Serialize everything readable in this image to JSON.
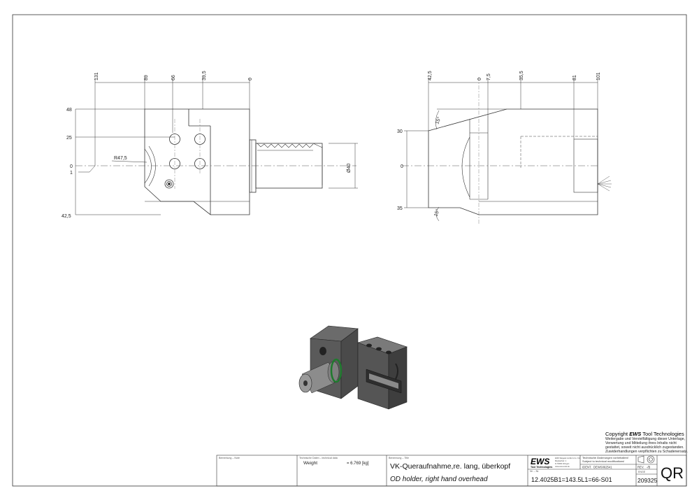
{
  "front_view": {
    "horizontal_dims": [
      "131",
      "89",
      "66",
      "39,5",
      "0"
    ],
    "vertical_dims": [
      "48",
      "25",
      "0",
      "1",
      "42,5"
    ],
    "radius_label": "R47,5",
    "shank_diameter": "Ø40"
  },
  "side_view": {
    "horizontal_dims": [
      "42,5",
      "0",
      "7,5",
      "35,5",
      "81",
      "101"
    ],
    "vertical_dims": [
      "30",
      "0",
      "35"
    ],
    "angle_top": "15°",
    "angle_bottom": "15°"
  },
  "copyright": {
    "prefix": "Copyright ",
    "brand": "EWS",
    "suffix": " Tool Technologies",
    "lines": [
      "Weitergabe und Vervielfältigung dieser Unterlage,",
      "Verwertung und Mitteilung ihres Inhalts nicht",
      "gestattet, soweit nicht ausdrücklich zugestanden.",
      "Zuwiderhandlungen verpflichten zu Schadenersatz."
    ]
  },
  "title_block": {
    "remark_label": "Bemerkung – Note",
    "techdata_label": "Technische Daten – technical data",
    "weight_label": "Weight",
    "weight_value": "= 6.769 [kg]",
    "designation_label": "Benennung – Title",
    "title_de": "VK-Queraufnahme,re. lang, überkopf",
    "title_en": "OD holder, right hand overhead",
    "logo_text": "EWS",
    "logo_sub": "Tool Technologies",
    "company_lines": [
      "EWS Weigele GmbH & Co. KG",
      "Maybachstr. 1",
      "D-73066 Uhingen",
      "www.ews-tools.de"
    ],
    "changes_de": "Technische Änderungen vorbehalten!",
    "changes_en": "Subject to technical modifications!",
    "ident_label": "IDENT.",
    "ident_value": "DEWS062541",
    "rev_label": "REV.",
    "rev_value": "-/B",
    "partno_label": "Nr. – Nr.",
    "part_number": "12.4025B1=143.5L1=66-S01",
    "code_label": "ENGE",
    "code_value": "209325",
    "qr_label": "QR"
  }
}
